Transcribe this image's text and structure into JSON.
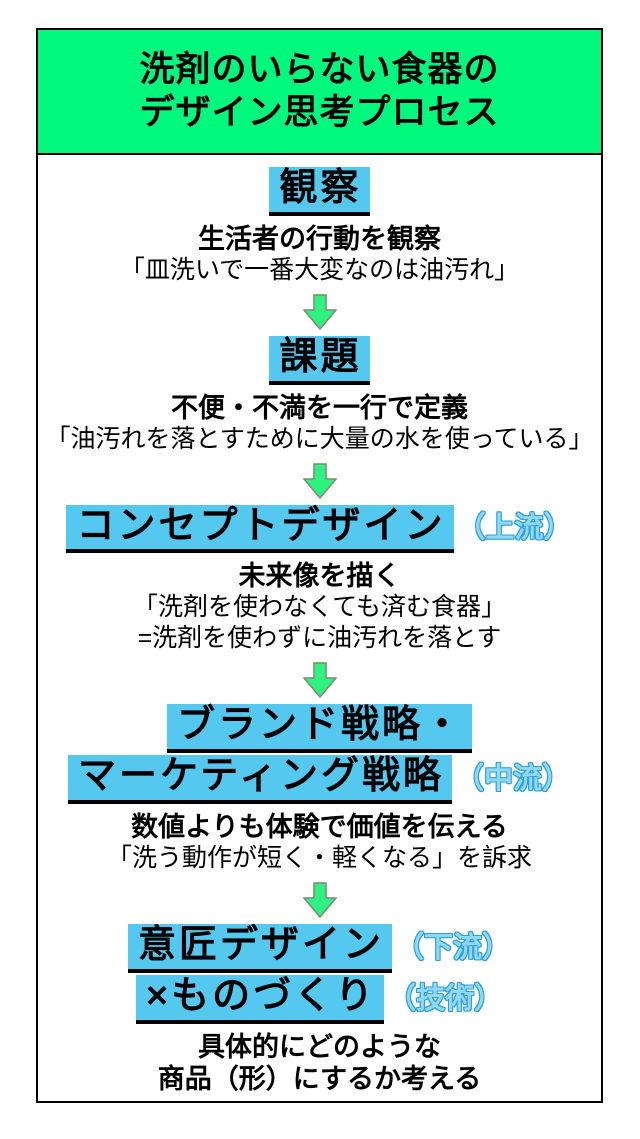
{
  "header": {
    "title_line1": "洗剤のいらない食器の",
    "title_line2": "デザイン思考プロセス"
  },
  "colors": {
    "header_green": "#00F97D",
    "highlight_blue": "#55C8F0",
    "note_blue_fill": "#8FD9F5",
    "note_blue_stroke": "#2E9FD6",
    "arrow_green": "#2EF281",
    "arrow_outline": "#7E8A6E",
    "border": "#000000"
  },
  "sections": [
    {
      "heading": "観察",
      "line1": "生活者の行動を観察",
      "line2": "「皿洗いで一番大変なのは油汚れ」"
    },
    {
      "heading": "課題",
      "line1": "不便・不満を一行で定義",
      "line2": "「油汚れを落とすために大量の水を使っている」"
    },
    {
      "heading": "コンセプトデザイン",
      "note": "（上流）",
      "line1": "未来像を描く",
      "line2": "「洗剤を使わなくても済む食器」",
      "line3": "=洗剤を使わずに油汚れを落とす"
    },
    {
      "heading1": "ブランド戦略・",
      "heading2": "マーケティング戦略",
      "note": "（中流）",
      "line1": "数値よりも体験で価値を伝える",
      "line2": "「洗う動作が短く・軽くなる」を訴求"
    },
    {
      "heading1": "意匠デザイン",
      "note1": "（下流）",
      "heading2": "×ものづくり",
      "note2": "（技術）",
      "line1": "具体的にどのような",
      "line2": "商品（形）にするか考える"
    }
  ]
}
